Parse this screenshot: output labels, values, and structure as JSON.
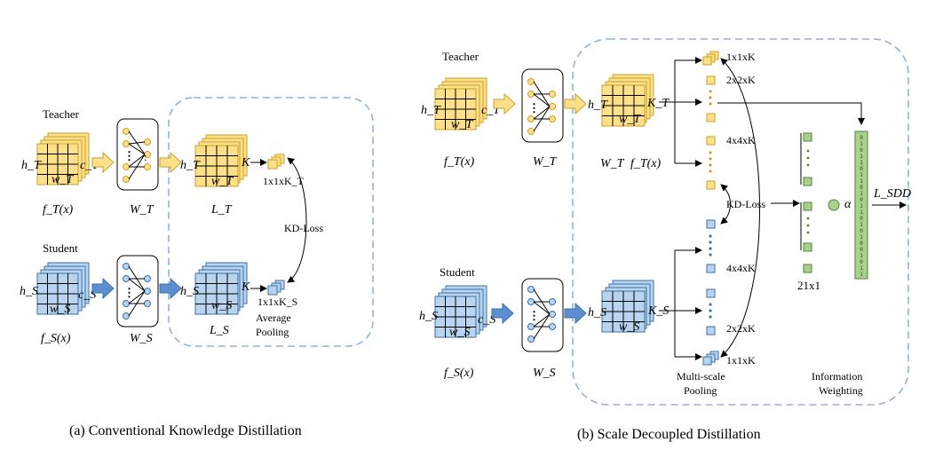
{
  "left_panel": {
    "teacher_label": "Teacher",
    "student_label": "Student",
    "teacher_feature": {
      "h": "h_T",
      "c": "c_T",
      "w": "w_T"
    },
    "student_feature": {
      "h": "h_S",
      "c": "c_S",
      "w": "w_S"
    },
    "teacher_func": "f_T(x)",
    "student_func": "f_S(x)",
    "teacher_weight": "W_T",
    "student_weight": "W_S",
    "teacher_logit": {
      "h": "h_T",
      "k": "K",
      "w": "w_T",
      "name": "L_T"
    },
    "student_logit": {
      "h": "h_S",
      "k": "K",
      "w": "w_S",
      "name": "L_S"
    },
    "teacher_pool": "1x1xK_T",
    "student_pool": "1x1xK_S",
    "kd_loss": "KD-Loss",
    "pool_label_1": "Average",
    "pool_label_2": "Pooling",
    "caption": "(a) Conventional Knowledge Distillation"
  },
  "right_panel": {
    "teacher_label": "Teacher",
    "student_label": "Student",
    "teacher_feature": {
      "h": "h_T",
      "c": "c_T",
      "w": "w_T"
    },
    "student_feature": {
      "h": "h_S",
      "c": "c_S",
      "w": "w_S"
    },
    "teacher_func": "f_T(x)",
    "student_func": "f_S(x)",
    "teacher_weight": "W_T",
    "student_weight": "W_S",
    "teacher_logit": {
      "h": "h_T",
      "k": "K_T",
      "w": "w_T",
      "below_1": "W_T",
      "below_2": "f_T(x)"
    },
    "student_logit": {
      "h": "h_S",
      "k": "K_S",
      "w": "w_S"
    },
    "teacher_scales": [
      "1x1xK",
      "2x2xK",
      "4x4xK"
    ],
    "student_scales": [
      "4x4xK",
      "2x2xK",
      "1x1xK"
    ],
    "kd_loss": "KD-Loss",
    "pool_label_1": "Multi-scale",
    "pool_label_2": "Pooling",
    "size_label": "21x1",
    "alpha": "α",
    "loss_label": "L_SDD",
    "info_label_1": "Information",
    "info_label_2": "Weighting",
    "vector_bits": "01011011010110101001011",
    "caption": "(b) Scale Decoupled Distillation"
  },
  "colors": {
    "teacher_fill": "#ffe08a",
    "student_fill": "#b9d4ee",
    "student_arrow": "#5b8fcf",
    "dashed_border": "#8fb4dc",
    "weight_square": "#a9d18e"
  }
}
